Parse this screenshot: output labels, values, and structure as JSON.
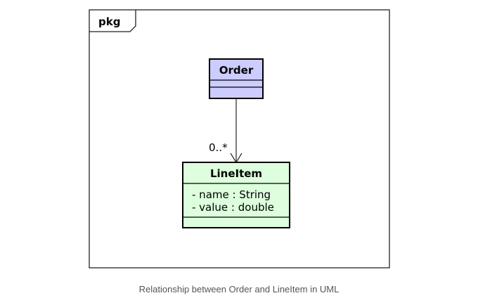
{
  "package": {
    "label": "pkg"
  },
  "classes": {
    "order": {
      "name": "Order",
      "fill": "#ccccff"
    },
    "line_item": {
      "name": "LineItem",
      "fill": "#ddffdd",
      "attributes": [
        "- name : String",
        "- value : double"
      ]
    }
  },
  "association": {
    "target_multiplicity": "0..*"
  },
  "caption": "Relationship between Order and LineItem in UML"
}
